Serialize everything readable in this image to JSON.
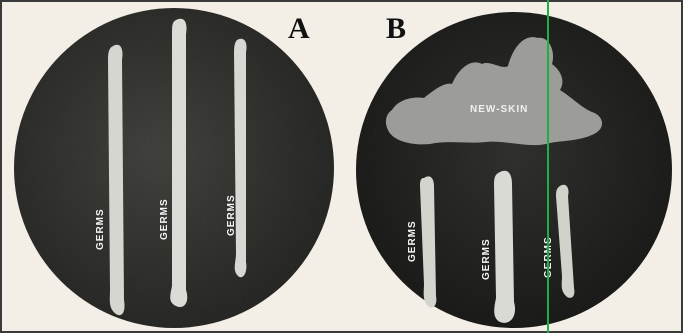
{
  "panels": {
    "a": {
      "letter": "A",
      "streak_labels": [
        "GERMS",
        "GERMS",
        "GERMS"
      ]
    },
    "b": {
      "letter": "B",
      "patch_label": "NEW-SKIN",
      "streak_labels": [
        "GERMS",
        "GERMS",
        "GERMS"
      ]
    }
  },
  "colors": {
    "paper": "#f3efe6",
    "dish_dark": "#2a2a28",
    "dish_b_dark": "#1b1b1a",
    "streak": "#d9d9d4",
    "patch": "#9a9a96",
    "green_line": "#1fb044"
  }
}
